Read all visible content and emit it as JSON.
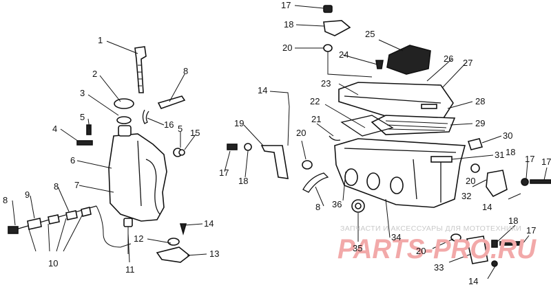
{
  "labels": [
    "1",
    "2",
    "3",
    "4",
    "5",
    "5",
    "6",
    "7",
    "8",
    "8",
    "8",
    "8",
    "9",
    "10",
    "11",
    "12",
    "13",
    "14",
    "14",
    "14",
    "14",
    "15",
    "16",
    "17",
    "17",
    "17",
    "17",
    "17",
    "18",
    "18",
    "18",
    "18",
    "19",
    "20",
    "20",
    "20",
    "20",
    "21",
    "22",
    "23",
    "24",
    "25",
    "26",
    "27",
    "28",
    "29",
    "30",
    "31",
    "32",
    "33",
    "34",
    "35",
    "36"
  ],
  "watermark": {
    "line": "ЗАПЧАСТИ И АКСЕССУАРЫ ДЛЯ МОТОТЕХНИКИ",
    "logo": "PARTS-PRO.RU"
  },
  "colors": {
    "ink": "#111111",
    "watermark_text": "#c9c9c9",
    "watermark_logo": "#f2a9a9"
  }
}
